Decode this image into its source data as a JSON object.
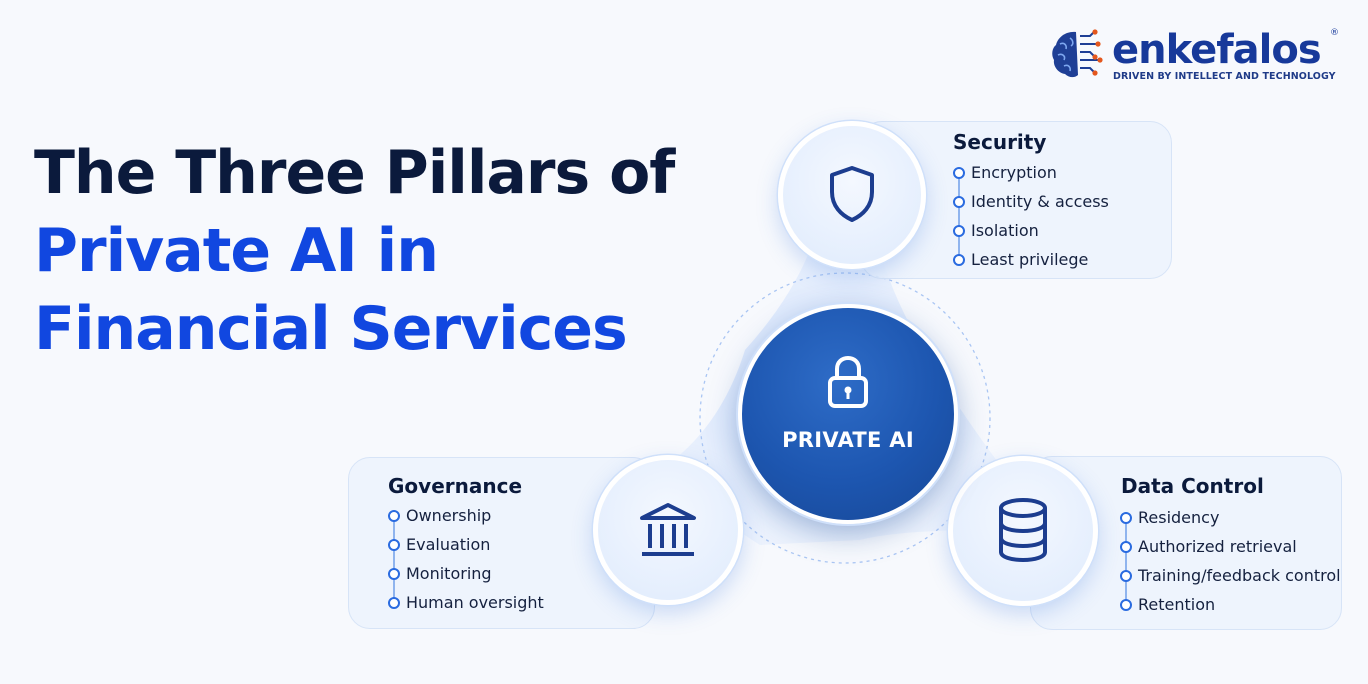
{
  "brand": {
    "name": "enkefalos",
    "registered": "®",
    "tagline": "DRIVEN BY INTELLECT AND TECHNOLOGY"
  },
  "title": {
    "line1": "The Three Pillars of",
    "line2": "Private AI in",
    "line3": "Financial Services"
  },
  "center": {
    "label": "PRIVATE AI",
    "icon": "padlock-icon"
  },
  "pillars": {
    "security": {
      "title": "Security",
      "icon": "shield-icon",
      "items": [
        "Encryption",
        "Identity & access",
        "Isolation",
        "Least privilege"
      ]
    },
    "governance": {
      "title": "Governance",
      "icon": "bank-building-icon",
      "items": [
        "Ownership",
        "Evaluation",
        "Monitoring",
        "Human oversight"
      ]
    },
    "data_control": {
      "title": "Data Control",
      "icon": "database-icon",
      "items": [
        "Residency",
        "Authorized retrieval",
        "Training/feedback control",
        "Retention"
      ]
    }
  },
  "colors": {
    "title_dark": "#0b1a3c",
    "title_blue": "#1147e0",
    "center_fill": "#1d56b0",
    "brand": "#17399a"
  }
}
